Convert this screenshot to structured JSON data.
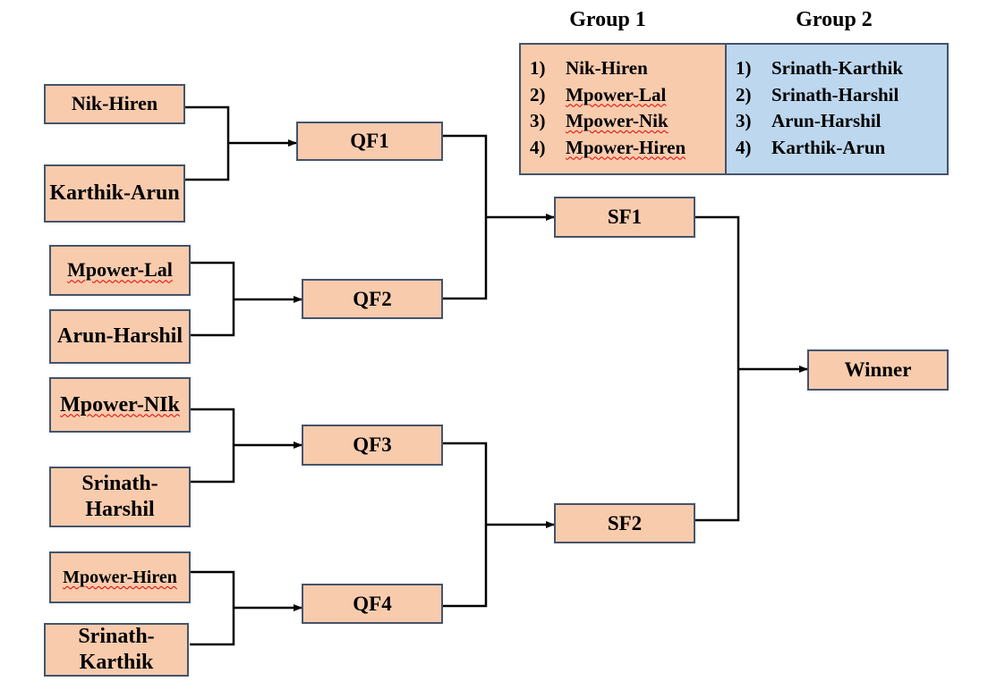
{
  "groups": [
    {
      "title": "Group 1",
      "color": "#f8cbad",
      "items": [
        {
          "num": "1)",
          "name": "Nik-Hiren"
        },
        {
          "num": "2)",
          "name": "Mpower-Lal"
        },
        {
          "num": "3)",
          "name": "Mpower-Nik"
        },
        {
          "num": "4)",
          "name": "Mpower-Hiren"
        }
      ]
    },
    {
      "title": "Group 2",
      "color": "#bdd7ee",
      "items": [
        {
          "num": "1)",
          "name": "Srinath-Karthik"
        },
        {
          "num": "2)",
          "name": "Srinath-Harshil"
        },
        {
          "num": "3)",
          "name": "Arun-Harshil"
        },
        {
          "num": "4)",
          "name": "Karthik-Arun"
        }
      ]
    }
  ],
  "teams": {
    "nik_hiren": "Nik-Hiren",
    "karthik_arun": "Karthik-Arun",
    "mpower_lal": "Mpower-Lal",
    "arun_harshil": "Arun-Harshil",
    "mpower_nik": "Mpower-NIk",
    "srinath_harshil": "Srinath-Harshil",
    "mpower_hiren": "Mpower-Hiren",
    "srinath_karthik": "Srinath-Karthik"
  },
  "stages": {
    "qf1": "QF1",
    "qf2": "QF2",
    "qf3": "QF3",
    "qf4": "QF4",
    "sf1": "SF1",
    "sf2": "SF2",
    "winner": "Winner"
  },
  "colors": {
    "box_fill": "#f8cbad",
    "box_border": "#44546a",
    "connector": "#000000"
  }
}
